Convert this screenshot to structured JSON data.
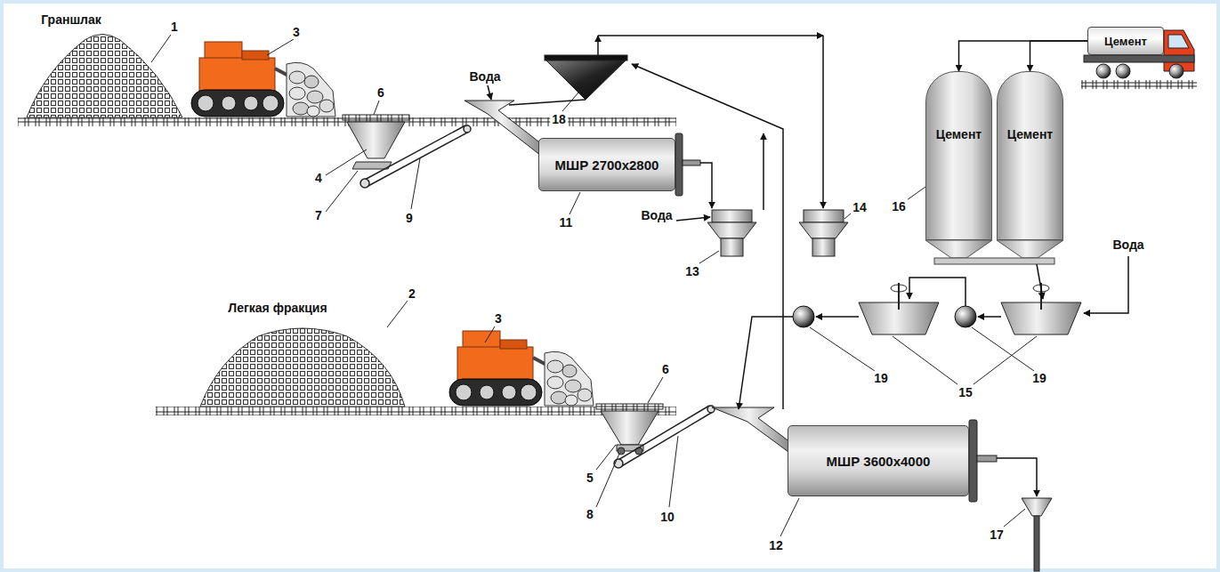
{
  "diagram": {
    "nodes": [
      {
        "text": [
          "Цемент"
        ]
      },
      {
        "text": [
          "Цемент"
        ]
      },
      {
        "text": [
          "Цемент"
        ]
      },
      {
        "text": [
          "МШР 2700х2800"
        ]
      },
      {
        "text": [
          "МШР 3600х4000"
        ]
      }
    ],
    "edges": [
      {
        "from": 0,
        "to": 1,
        "arrow": "to"
      },
      {
        "from": 0,
        "to": 2,
        "arrow": "to"
      }
    ],
    "labels": [
      "Граншлак",
      "1",
      "3",
      "6",
      "Вода",
      "18",
      "11",
      "4",
      "7",
      "9",
      "Вода",
      "13",
      "14",
      "16",
      "Вода",
      "15",
      "19",
      "19",
      "2",
      "Легкая фракция",
      "3",
      "6",
      "5",
      "8",
      "10",
      "12",
      "17"
    ]
  }
}
